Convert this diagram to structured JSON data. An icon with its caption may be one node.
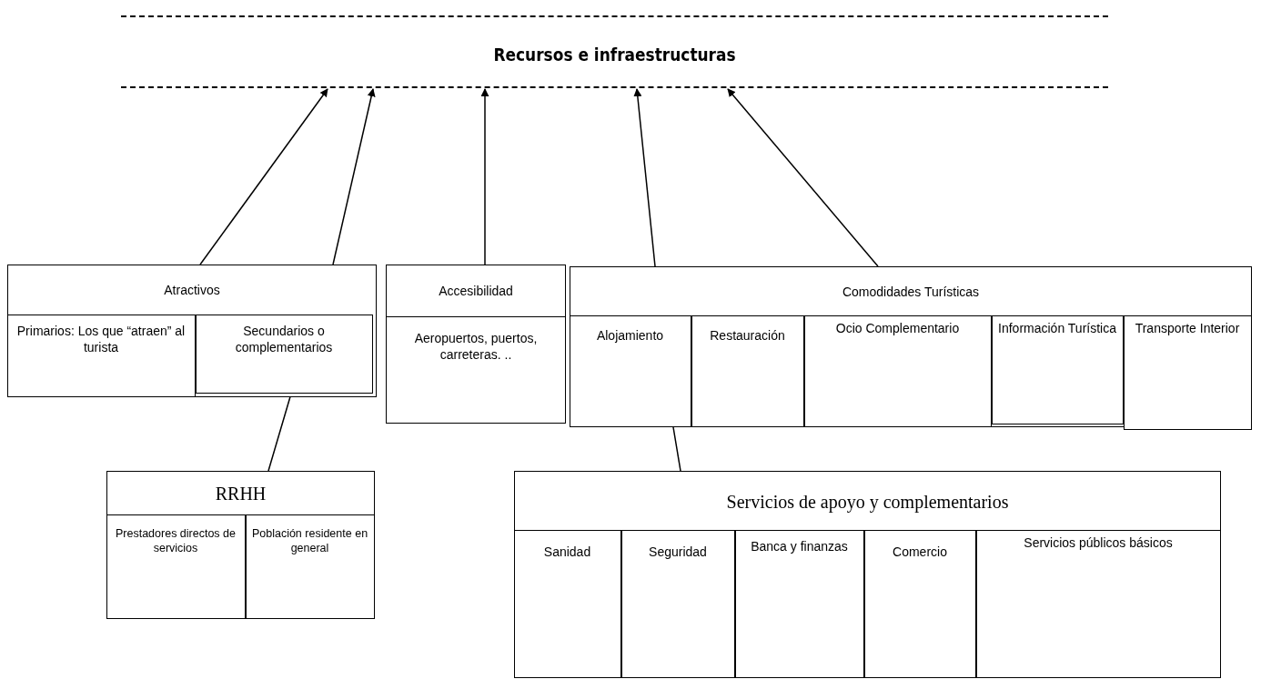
{
  "diagram": {
    "nodes": [
      {
        "text": [
          "Recursos e infraestructuras"
        ]
      },
      {
        "text": [
          "Atractivos"
        ]
      },
      {
        "text": [
          "Primarios: Los que “atraen” al turista"
        ],
        "in": 1
      },
      {
        "text": [
          "Secundarios o complementarios"
        ],
        "in": 1
      },
      {
        "text": [
          "Accesibilidad",
          "Aeropuertos, puertos, carreteras. .."
        ]
      },
      {
        "text": [
          "Comodidades Turísticas"
        ]
      },
      {
        "text": [
          "Alojamiento"
        ],
        "in": 5
      },
      {
        "text": [
          "Restauración"
        ],
        "in": 5
      },
      {
        "text": [
          "Ocio Complementario"
        ],
        "in": 5
      },
      {
        "text": [
          "Información Turística"
        ],
        "in": 5
      },
      {
        "text": [
          "Transporte Interior"
        ],
        "in": 5
      },
      {
        "text": [
          "RRHH"
        ]
      },
      {
        "text": [
          "Prestadores directos de servicios"
        ],
        "in": 11
      },
      {
        "text": [
          "Población residente en general"
        ],
        "in": 11
      },
      {
        "text": [
          "Servicios de apoyo y complementarios"
        ]
      },
      {
        "text": [
          "Sanidad"
        ],
        "in": 14
      },
      {
        "text": [
          "Seguridad"
        ],
        "in": 14
      },
      {
        "text": [
          "Banca y finanzas"
        ],
        "in": 14
      },
      {
        "text": [
          "Comercio"
        ],
        "in": 14
      },
      {
        "text": [
          "Servicios públicos básicos"
        ],
        "in": 14
      }
    ],
    "edges": [
      {
        "from": 1,
        "to": 0,
        "arrow": "to"
      },
      {
        "from": 1,
        "to": 0,
        "arrow": "to"
      },
      {
        "from": 4,
        "to": 0,
        "arrow": "to"
      },
      {
        "from": 5,
        "to": 0,
        "arrow": "to"
      },
      {
        "from": 5,
        "to": 0,
        "arrow": "to"
      },
      {
        "from": 3,
        "to": 11,
        "arrow": "none"
      },
      {
        "from": 6,
        "to": 14,
        "arrow": "none"
      }
    ]
  }
}
